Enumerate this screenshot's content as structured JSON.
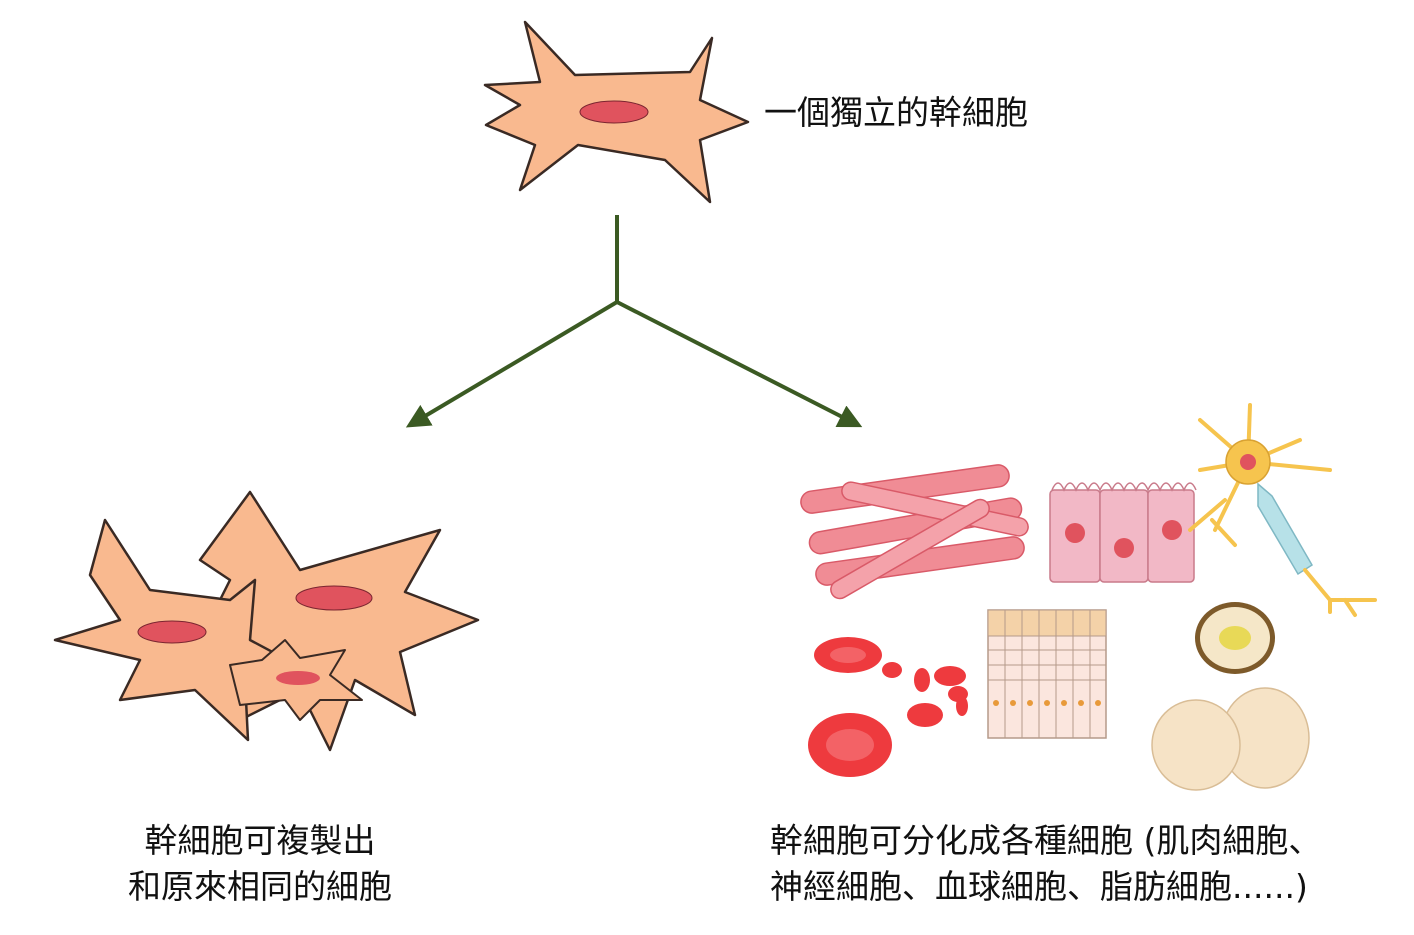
{
  "labels": {
    "single_stem_cell": "一個獨立的幹細胞",
    "replicate_line1": "幹細胞可複製出",
    "replicate_line2": "和原來相同的細胞",
    "differentiate_line1": "幹細胞可分化成各種細胞 (肌肉細胞、",
    "differentiate_line2": "神經細胞、血球細胞、脂肪細胞......)"
  },
  "colors": {
    "cell_body": "#F9B98F",
    "cell_outline": "#3a2a24",
    "nucleus": "#E0535E",
    "arrow": "#3B5A23",
    "muscle": "#F08C95",
    "epithelial": "#F2B8C6",
    "neuron": "#F6C44E",
    "red_blood_cell": "#EE3A3E",
    "fat_cell": "#F6E3C6",
    "egg_yolk": "#E8D957"
  }
}
